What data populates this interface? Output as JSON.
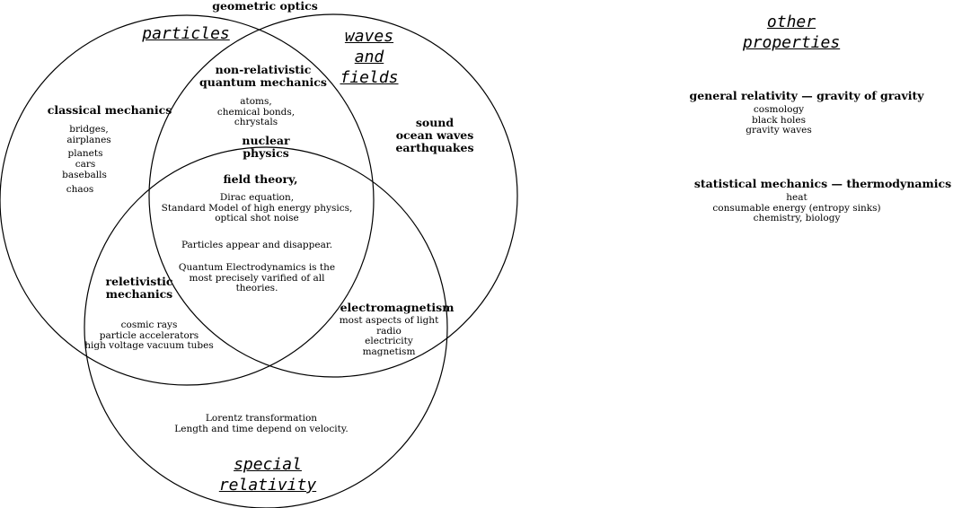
{
  "top_label": "geometric optics",
  "circles": {
    "particles": "particles",
    "waves_fields": [
      "waves",
      "and",
      "fields"
    ],
    "special_relativity": [
      "special",
      "relativity"
    ]
  },
  "other_properties": {
    "title": [
      "other",
      "properties"
    ],
    "general_relativity": {
      "heading": "general relativity — gravity of gravity",
      "items": [
        "cosmology",
        "black holes",
        "gravity waves"
      ]
    },
    "statistical_mechanics": {
      "heading": "statistical mechanics — thermodynamics",
      "items": [
        "heat",
        "consumable energy (entropy sinks)",
        "chemistry, biology"
      ]
    }
  },
  "regions": {
    "classical_mechanics": {
      "heading": "classical mechanics",
      "items": [
        "bridges,",
        "airplanes",
        "planets",
        "cars",
        "baseballs",
        "chaos"
      ]
    },
    "quantum_mechanics": {
      "heading": [
        "non-relativistic",
        "quantum mechanics"
      ],
      "items": [
        "atoms,",
        "chemical bonds,",
        "chrystals"
      ]
    },
    "nuclear_physics": {
      "heading": [
        "nuclear",
        "physics"
      ]
    },
    "sound": {
      "heading": [
        "sound",
        "ocean waves",
        "earthquakes"
      ]
    },
    "field_theory": {
      "heading": "field theory,",
      "items": [
        "Dirac equation,",
        "Standard Model of high energy physics,",
        "optical shot noise"
      ],
      "note1": "Particles appear and disappear.",
      "note2": [
        "Quantum Electrodynamics is the",
        "most precisely varified of all",
        "theories."
      ]
    },
    "relativistic_mechanics": {
      "heading": [
        "reletivistic",
        "mechanics"
      ],
      "items": [
        "cosmic rays",
        "particle accelerators",
        "high voltage vacuum tubes"
      ]
    },
    "electromagnetism": {
      "heading": "electromagnetism",
      "items": [
        "most aspects of light",
        "radio",
        "electricity",
        "magnetism"
      ]
    },
    "lorentz": {
      "items": [
        "Lorentz transformation",
        "Length and time depend on velocity."
      ]
    }
  }
}
